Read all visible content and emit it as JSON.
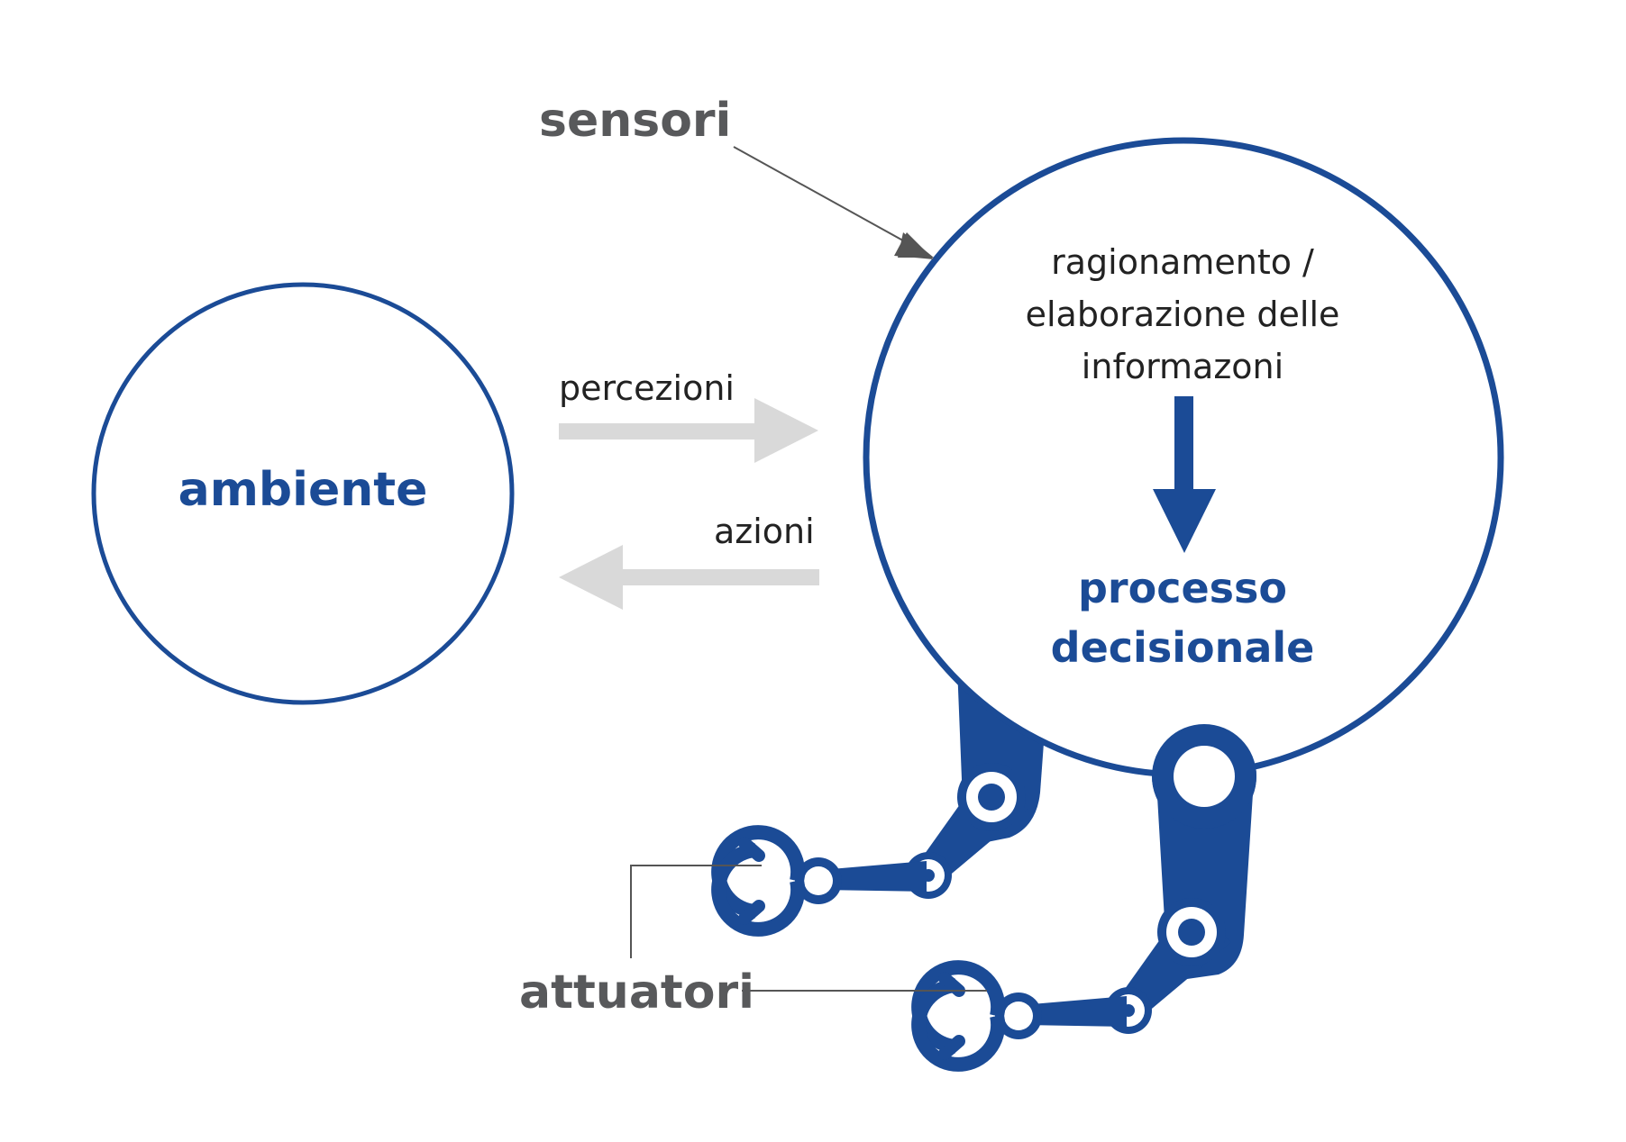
{
  "colors": {
    "accent_blue": "#1b4b96",
    "label_gray": "#58595b",
    "arrow_gray": "#d9d9d9",
    "pointer_gray": "#555555",
    "text_dark": "#222222"
  },
  "labels": {
    "sensori": "sensori",
    "ambiente": "ambiente",
    "percezioni": "percezioni",
    "azioni": "azioni",
    "reasoning_line1": "ragionamento /",
    "reasoning_line2": "elaborazione delle",
    "reasoning_line3": "informazoni",
    "decision_line1": "processo",
    "decision_line2": "decisionale",
    "attuatori": "attuatori"
  },
  "icons": {
    "robot_arm_left": "robot-arm-gripper-icon",
    "robot_arm_right": "robot-arm-gripper-icon"
  }
}
